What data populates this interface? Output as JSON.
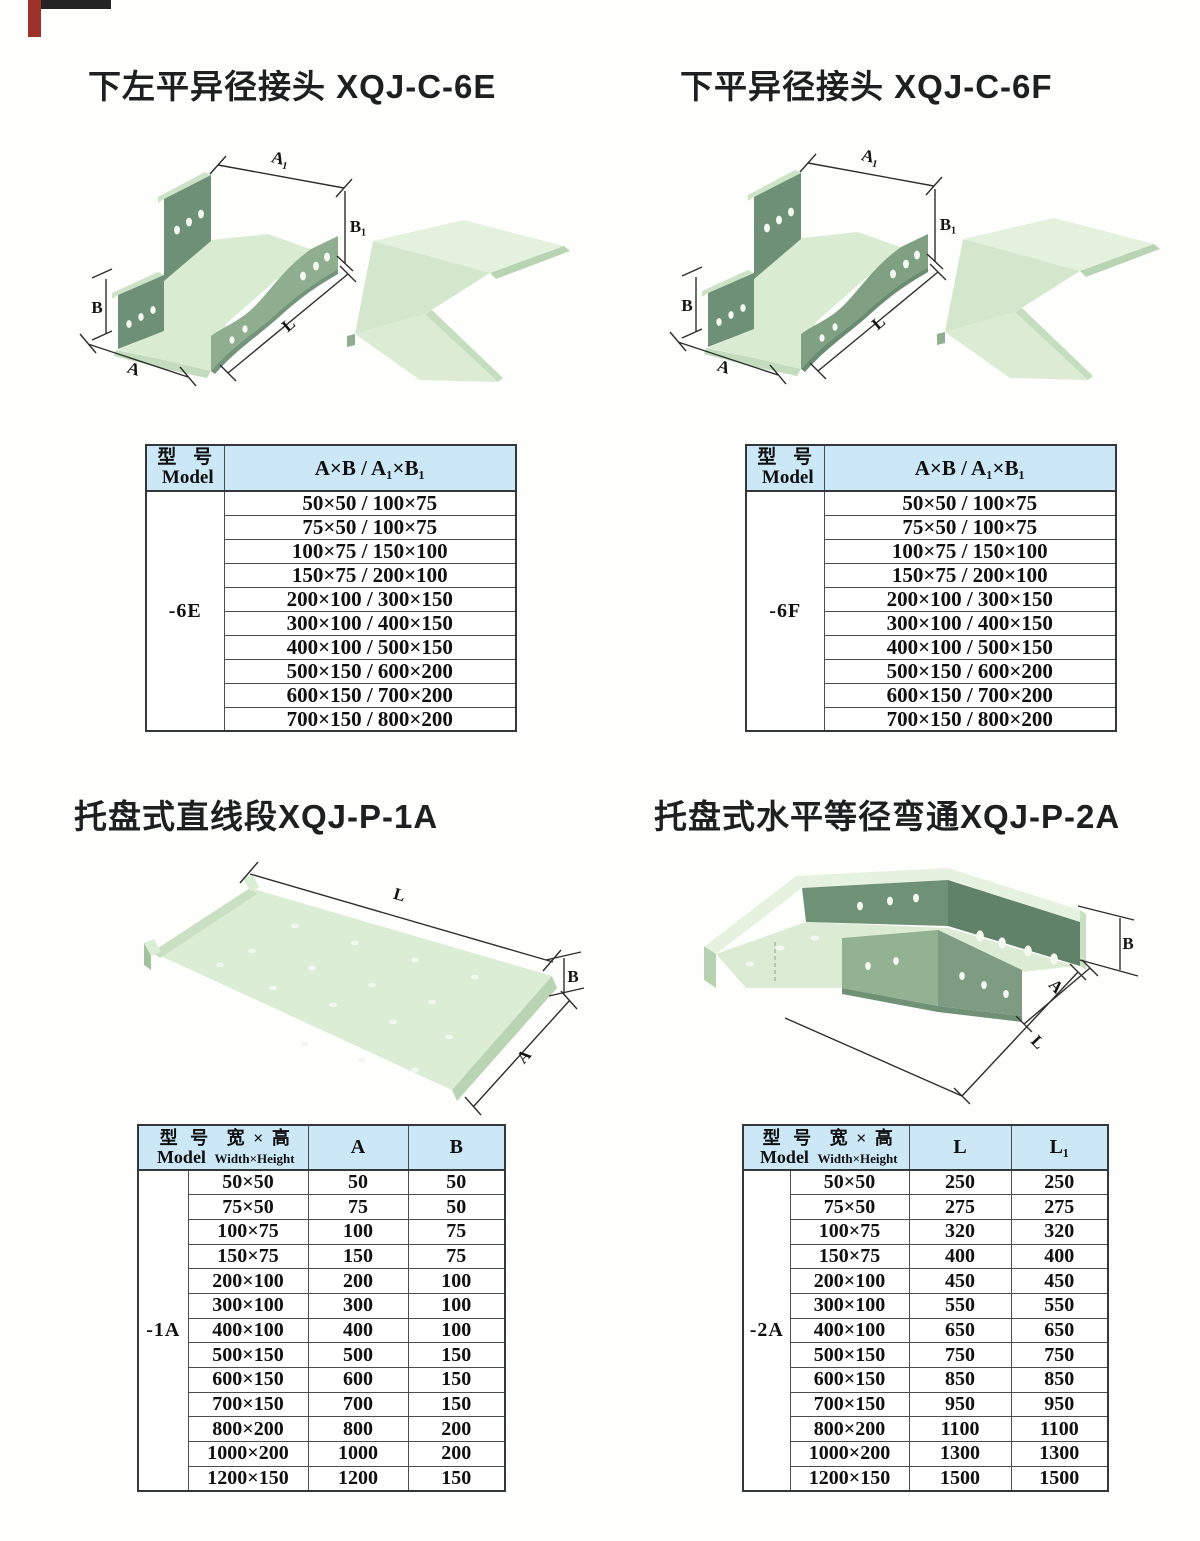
{
  "colors": {
    "table_header_bg": "#cce8f7",
    "table_border": "#35383b",
    "tray_light": "#dcedd5",
    "tray_lighter": "#e6f2e0",
    "tray_mid": "#8fae90",
    "tray_dark": "#6d9077",
    "dimension_line": "#2e2e2e",
    "scan_mark_red": "#9c3229",
    "scan_mark_black": "#242424"
  },
  "sections": [
    {
      "id": "c6e",
      "title": "下左平异径接头 XQJ-C-6E",
      "drawing_labels": {
        "a1": "A₁",
        "b1": "B₁",
        "b": "B",
        "a": "A",
        "l": "L"
      },
      "table": {
        "header": {
          "model_cn": "型  号",
          "model_en": "Model",
          "col2": "A×B / A₁×B₁"
        },
        "model": "-6E",
        "rows": [
          "50×50 / 100×75",
          "75×50 / 100×75",
          "100×75 / 150×100",
          "150×75 / 200×100",
          "200×100 / 300×150",
          "300×100 / 400×150",
          "400×100 / 500×150",
          "500×150 / 600×200",
          "600×150 / 700×200",
          "700×150 / 800×200"
        ]
      }
    },
    {
      "id": "c6f",
      "title": "下平异径接头 XQJ-C-6F",
      "drawing_labels": {
        "a1": "A₁",
        "b1": "B₁",
        "b": "B",
        "a": "A",
        "l": "L"
      },
      "table": {
        "header": {
          "model_cn": "型  号",
          "model_en": "Model",
          "col2": "A×B / A₁×B₁"
        },
        "model": "-6F",
        "rows": [
          "50×50 / 100×75",
          "75×50 / 100×75",
          "100×75 / 150×100",
          "150×75 / 200×100",
          "200×100 / 300×150",
          "300×100 / 400×150",
          "400×100 / 500×150",
          "500×150 / 600×200",
          "600×150 / 700×200",
          "700×150 / 800×200"
        ]
      }
    },
    {
      "id": "p1a",
      "title": "托盘式直线段XQJ-P-1A",
      "drawing_labels": {
        "l": "L",
        "b": "B",
        "a": "A"
      },
      "table": {
        "header": {
          "model_cn": "型 号",
          "model_en": "Model",
          "size_cn": "宽 × 高",
          "size_en": "Width×Height",
          "col_a": "A",
          "col_b": "B"
        },
        "model": "-1A",
        "rows": [
          [
            "50×50",
            "50",
            "50"
          ],
          [
            "75×50",
            "75",
            "50"
          ],
          [
            "100×75",
            "100",
            "75"
          ],
          [
            "150×75",
            "150",
            "75"
          ],
          [
            "200×100",
            "200",
            "100"
          ],
          [
            "300×100",
            "300",
            "100"
          ],
          [
            "400×100",
            "400",
            "100"
          ],
          [
            "500×150",
            "500",
            "150"
          ],
          [
            "600×150",
            "600",
            "150"
          ],
          [
            "700×150",
            "700",
            "150"
          ],
          [
            "800×200",
            "800",
            "200"
          ],
          [
            "1000×200",
            "1000",
            "200"
          ],
          [
            "1200×150",
            "1200",
            "150"
          ]
        ]
      }
    },
    {
      "id": "p2a",
      "title": "托盘式水平等径弯通XQJ-P-2A",
      "drawing_labels": {
        "b": "B",
        "a": "A",
        "l": "L"
      },
      "table": {
        "header": {
          "model_cn": "型 号",
          "model_en": "Model",
          "size_cn": "宽 × 高",
          "size_en": "Width×Height",
          "col_a": "L",
          "col_b": "L₁"
        },
        "model": "-2A",
        "rows": [
          [
            "50×50",
            "250",
            "250"
          ],
          [
            "75×50",
            "275",
            "275"
          ],
          [
            "100×75",
            "320",
            "320"
          ],
          [
            "150×75",
            "400",
            "400"
          ],
          [
            "200×100",
            "450",
            "450"
          ],
          [
            "300×100",
            "550",
            "550"
          ],
          [
            "400×100",
            "650",
            "650"
          ],
          [
            "500×150",
            "750",
            "750"
          ],
          [
            "600×150",
            "850",
            "850"
          ],
          [
            "700×150",
            "950",
            "950"
          ],
          [
            "800×200",
            "1100",
            "1100"
          ],
          [
            "1000×200",
            "1300",
            "1300"
          ],
          [
            "1200×150",
            "1500",
            "1500"
          ]
        ]
      }
    }
  ]
}
